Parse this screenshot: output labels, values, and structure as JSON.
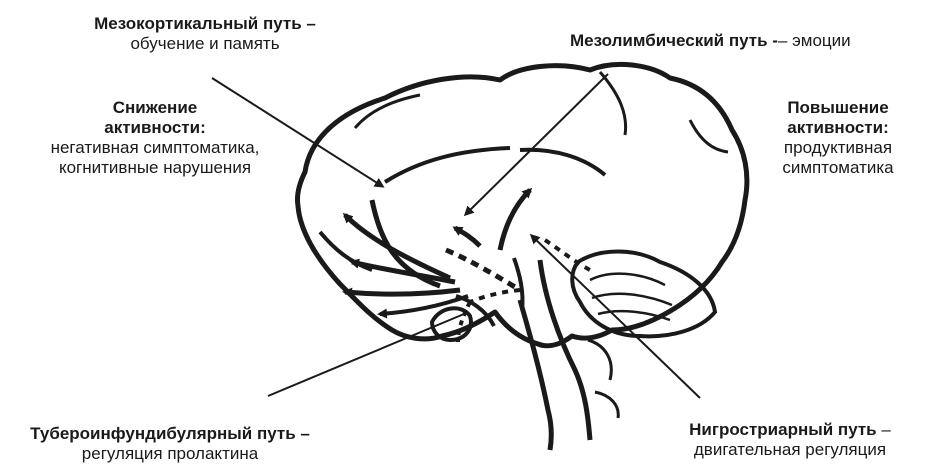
{
  "mesocortical": {
    "title": "Мезокортикальный путь –",
    "desc": "обучение и память"
  },
  "mesolimbic": {
    "title": "Мезолимбический путь -",
    "desc": "– эмоции"
  },
  "decrease": {
    "title_line1": "Снижение",
    "title_line2": "активности:",
    "desc_line1": "негативная  симптоматика,",
    "desc_line2": "когнитивные нарушения"
  },
  "increase": {
    "title_line1": "Повышение",
    "title_line2": "активности:",
    "desc_line1": "продуктивная",
    "desc_line2": "симптоматика"
  },
  "tuberoinfundibular": {
    "title": "Тубероинфундибулярный путь –",
    "desc": "регуляция пролактина"
  },
  "nigrostriatal": {
    "title": "Нигростриарный путь",
    "dash": " –",
    "desc": "двигательная регуляция"
  },
  "colors": {
    "ink": "#1a1a1a",
    "background": "#ffffff"
  }
}
